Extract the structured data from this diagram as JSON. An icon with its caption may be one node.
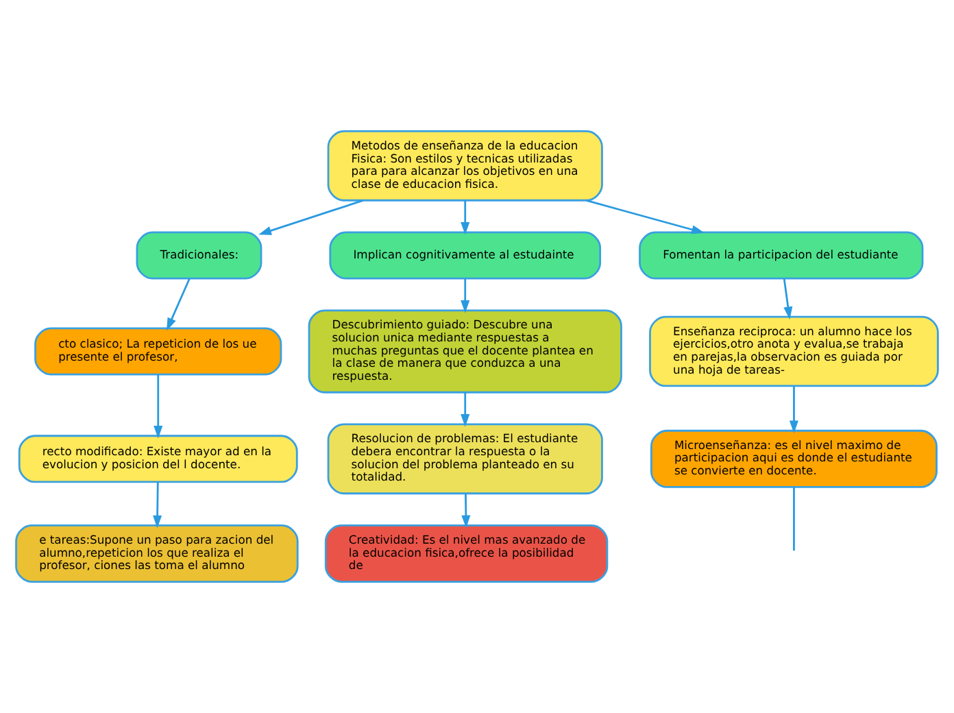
{
  "diagram": {
    "nodes": [
      {
        "text": [
          "Metodos de enseñanza de la educacion Fisica: Son estilos y tecnicas utilizadas para para alcanzar los objetivos en una clase de educacion fisica."
        ]
      },
      {
        "text": [
          "Tradicionales:"
        ]
      },
      {
        "text": [
          "Implican cognitivamente al estudainte"
        ]
      },
      {
        "text": [
          "Fomentan la participacion del estudiante"
        ]
      },
      {
        "text": [
          "cto clasico; La repeticion de los ue presente el profesor,"
        ]
      },
      {
        "text": [
          "recto modificado: Existe mayor ad en la evolucion y posicion del l docente."
        ]
      },
      {
        "text": [
          "e tareas:Supone un paso para zacion del alumno,repeticion los que realiza el profesor, ciones las toma el alumno"
        ]
      },
      {
        "text": [
          "Descubrimiento guiado: Descubre una solucion unica mediante respuestas a muchas preguntas que el docente plantea en la clase de manera que conduzca a una respuesta."
        ]
      },
      {
        "text": [
          "Resolucion de problemas: El estudiante debera encontrar la respuesta o la solucion del problema planteado en su totalidad."
        ]
      },
      {
        "text": [
          "Creatividad: Es el nivel mas avanzado de la educacion fisica,ofrece la posibilidad de"
        ]
      },
      {
        "text": [
          "Enseñanza reciproca: un alumno hace los ejercicios,otro anota y evalua,se trabaja en parejas,la observacion es guiada por una hoja de tareas-"
        ]
      },
      {
        "text": [
          "Microenseñanza: es el nivel maximo de participacion aqui es donde el estudiante se convierte en docente."
        ]
      }
    ],
    "edges": [
      {
        "from": 0,
        "to": 1,
        "arrow": "to"
      },
      {
        "from": 0,
        "to": 2,
        "arrow": "to"
      },
      {
        "from": 0,
        "to": 3,
        "arrow": "to"
      },
      {
        "from": 1,
        "to": 4,
        "arrow": "to"
      },
      {
        "from": 4,
        "to": 5,
        "arrow": "to"
      },
      {
        "from": 5,
        "to": 6,
        "arrow": "to"
      },
      {
        "from": 2,
        "to": 7,
        "arrow": "to"
      },
      {
        "from": 7,
        "to": 8,
        "arrow": "to"
      },
      {
        "from": 8,
        "to": 9,
        "arrow": "to"
      },
      {
        "from": 3,
        "to": 10,
        "arrow": "to"
      },
      {
        "from": 10,
        "to": 11,
        "arrow": "to"
      },
      {
        "from": 11,
        "to": null,
        "arrow": "none"
      }
    ]
  }
}
